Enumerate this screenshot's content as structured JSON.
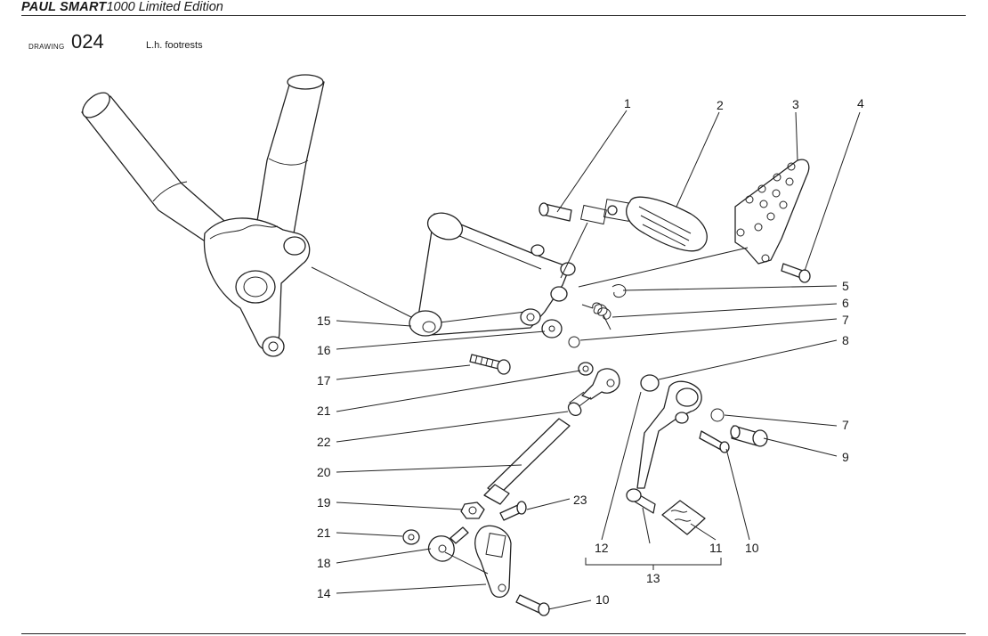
{
  "header": {
    "brand": "PAUL SMART",
    "model": "1000 Limited Edition"
  },
  "drawing": {
    "label": "DRAWING",
    "number": "024",
    "description": "L.h. footrests"
  },
  "callouts": {
    "c1": "1",
    "c2": "2",
    "c3": "3",
    "c4": "4",
    "c5": "5",
    "c6": "6",
    "c7a": "7",
    "c7b": "7",
    "c8": "8",
    "c9": "9",
    "c10a": "10",
    "c10b": "10",
    "c11": "11",
    "c12": "12",
    "c13": "13",
    "c14": "14",
    "c15": "15",
    "c16": "16",
    "c17": "17",
    "c18": "18",
    "c19": "19",
    "c20": "20",
    "c21a": "21",
    "c21b": "21",
    "c22": "22",
    "c23": "23"
  }
}
